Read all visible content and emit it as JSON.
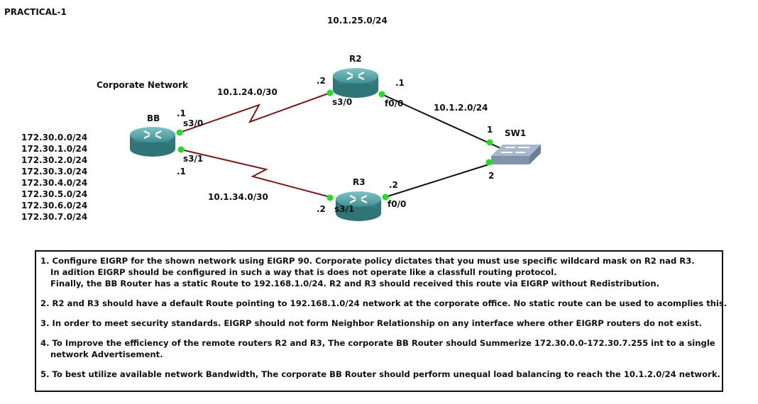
{
  "title": "PRACTICAL-1",
  "top_network": "10.1.25.0/24",
  "corporate_label": "Corporate Network",
  "devices": {
    "bb": {
      "name": "BB",
      "s30_ip": ".1",
      "s30_if": "s3/0",
      "s31_if": "s3/1",
      "s31_ip": ".1"
    },
    "r2": {
      "name": "R2",
      "s30_ip": ".2",
      "s30_if": "s3/0",
      "f00_ip": ".1",
      "f00_if": "f0/0"
    },
    "r3": {
      "name": "R3",
      "s31_ip": ".2",
      "s31_if": "s3/1",
      "f00_ip": ".2",
      "f00_if": "f0/0"
    },
    "sw1": {
      "name": "SW1",
      "port1": "1",
      "port2": "2"
    }
  },
  "links": {
    "bb_r2": "10.1.24.0/30",
    "bb_r3": "10.1.34.0/30",
    "lan": "10.1.2.0/24"
  },
  "corporate_networks": [
    "172.30.0.0/24",
    "172.30.1.0/24",
    "172.30.2.0/24",
    "172.30.3.0/24",
    "172.30.4.0/24",
    "172.30.5.0/24",
    "172.30.6.0/24",
    "172.30.7.0/24"
  ],
  "colors": {
    "serial_link": "#7a1a1a",
    "ethernet_link": "#111111",
    "port_dot": "#22dd22",
    "router_body": "#3f8f92",
    "switch_body": "#8fa3bb"
  },
  "tasks": [
    {
      "lines": [
        "1. Configure EIGRP for the shown network using EIGRP 90. Corporate policy dictates that you must use specific wildcard mask on R2 nad R3.",
        "In adition EIGRP should be configured in such a way that is does not operate like a classfull routing protocol.",
        "Finally, the BB Router has a static Route to 192.168.1.0/24. R2 and R3 should received this route via EIGRP without Redistribution."
      ]
    },
    {
      "lines": [
        "2. R2 and R3 should have a default Route pointing to 192.168.1.0/24 network at the corporate office. No static route can be used to acomplies this."
      ]
    },
    {
      "lines": [
        "3. In order to meet security standards. EIGRP should not form Neighbor Relationship on any interface where other EIGRP routers do not exist."
      ]
    },
    {
      "lines": [
        "4. To Improve the efficiency of the remote routers R2 and R3, The corporate BB Router should Summerize 172.30.0.0-172.30.7.255 int to a single",
        "network Advertisement."
      ]
    },
    {
      "lines": [
        "5. To best utilize available network Bandwidth, The corporate BB Router should perform unequal load balancing to reach the 10.1.2.0/24 network."
      ]
    }
  ]
}
